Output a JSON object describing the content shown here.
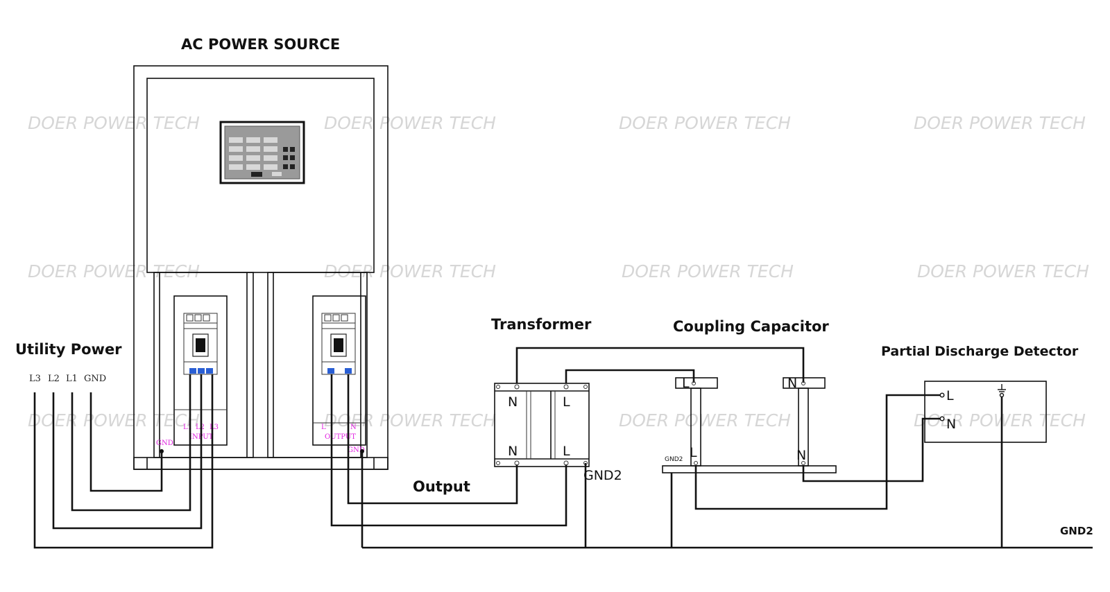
{
  "watermark": "DOER POWER TECH",
  "ac_power_source": {
    "title": "AC POWER SOURCE",
    "input_breaker": {
      "l1": "L1",
      "l2": "L2",
      "l3": "L3",
      "label": "INPUT",
      "gnd": "GND"
    },
    "output_breaker": {
      "l": "L",
      "n": "N",
      "label": "OUTPUT",
      "gnd": "GND"
    }
  },
  "utility_power": {
    "title": "Utility Power",
    "terminals": [
      "L3",
      "L2",
      "L1",
      "GND"
    ]
  },
  "output_label": "Output",
  "transformer": {
    "title": "Transformer",
    "n_top": "N",
    "l_top": "L",
    "n_bottom": "N",
    "l_bottom": "L",
    "gnd": "GND2"
  },
  "coupling_capacitor": {
    "title": "Coupling Capacitor",
    "l_top": "L",
    "n_top": "N",
    "l_bottom": "L",
    "n_bottom": "N",
    "gnd": "GND2"
  },
  "partial_discharge_detector": {
    "title": "Partial Discharge Detector",
    "l": "L",
    "n": "N"
  },
  "ground_bus": {
    "label": "GND2"
  },
  "colors": {
    "wire": "#111111",
    "watermark": "#d6d6d6",
    "terminal_label": "#e020e0",
    "panel_background": "#9a9a9a"
  }
}
